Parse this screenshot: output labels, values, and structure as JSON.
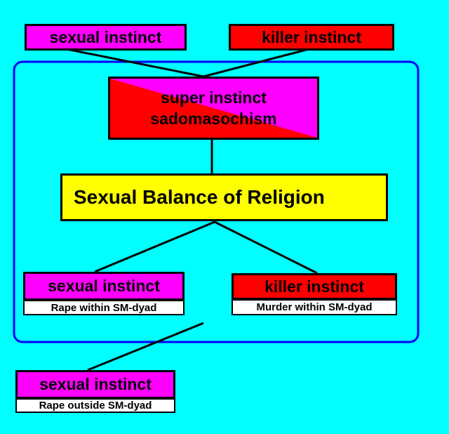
{
  "colors": {
    "background": "#00FFFF",
    "sexual": "#FF00FF",
    "killer": "#FF0000",
    "balance": "#FFFF00",
    "frame": "#0000FF",
    "line": "#000000"
  },
  "top": {
    "sexual_instinct": "sexual instinct",
    "killer_instinct": "killer instinct"
  },
  "super_instinct": {
    "line1": "super instinct",
    "line2": "sadomasochism"
  },
  "balance": {
    "label": "Sexual Balance of Religion"
  },
  "inner_left": {
    "title": "sexual instinct",
    "subtitle": "Rape within SM-dyad"
  },
  "inner_right": {
    "title": "killer instinct",
    "subtitle": "Murder within SM-dyad"
  },
  "outside": {
    "title": "sexual instinct",
    "subtitle": "Rape outside SM-dyad"
  }
}
